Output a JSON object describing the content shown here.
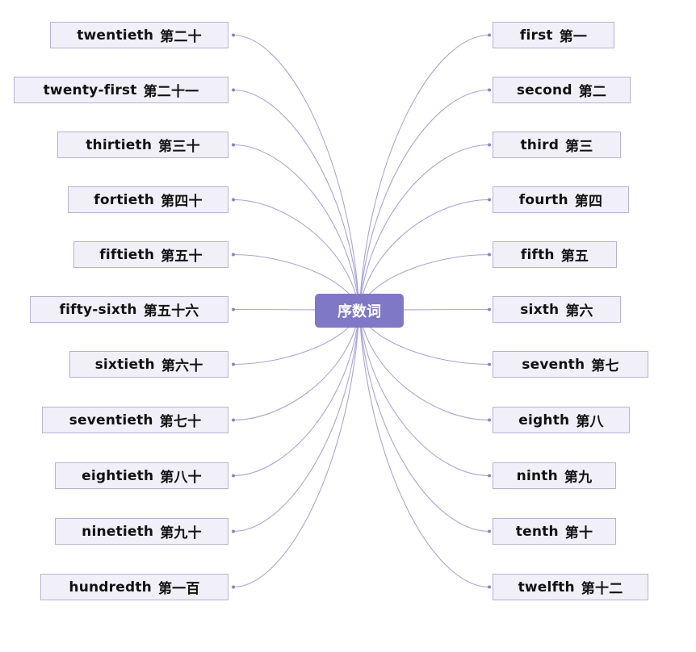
{
  "center": {
    "label": "序数词"
  },
  "colors": {
    "node_bg": "#f1f0f9",
    "node_border": "#b6b1dc",
    "line": "#a9a4dc",
    "center_bg": "#7e78c6"
  },
  "left_items": [
    {
      "en": "twentieth",
      "zh": "第二十"
    },
    {
      "en": "twenty-first",
      "zh": "第二十一"
    },
    {
      "en": "thirtieth",
      "zh": "第三十"
    },
    {
      "en": "fortieth",
      "zh": "第四十"
    },
    {
      "en": "fiftieth",
      "zh": "第五十"
    },
    {
      "en": "fifty-sixth",
      "zh": "第五十六"
    },
    {
      "en": "sixtieth",
      "zh": "第六十"
    },
    {
      "en": "seventieth",
      "zh": "第七十"
    },
    {
      "en": "eightieth",
      "zh": "第八十"
    },
    {
      "en": "ninetieth",
      "zh": "第九十"
    },
    {
      "en": "hundredth",
      "zh": "第一百"
    }
  ],
  "right_items": [
    {
      "en": "first",
      "zh": "第一"
    },
    {
      "en": "second",
      "zh": "第二"
    },
    {
      "en": "third",
      "zh": "第三"
    },
    {
      "en": "fourth",
      "zh": "第四"
    },
    {
      "en": "fifth",
      "zh": "第五"
    },
    {
      "en": "sixth",
      "zh": "第六"
    },
    {
      "en": "seventh",
      "zh": "第七"
    },
    {
      "en": "eighth",
      "zh": "第八"
    },
    {
      "en": "ninth",
      "zh": "第九"
    },
    {
      "en": "tenth",
      "zh": "第十"
    },
    {
      "en": "twelfth",
      "zh": "第十二"
    }
  ]
}
